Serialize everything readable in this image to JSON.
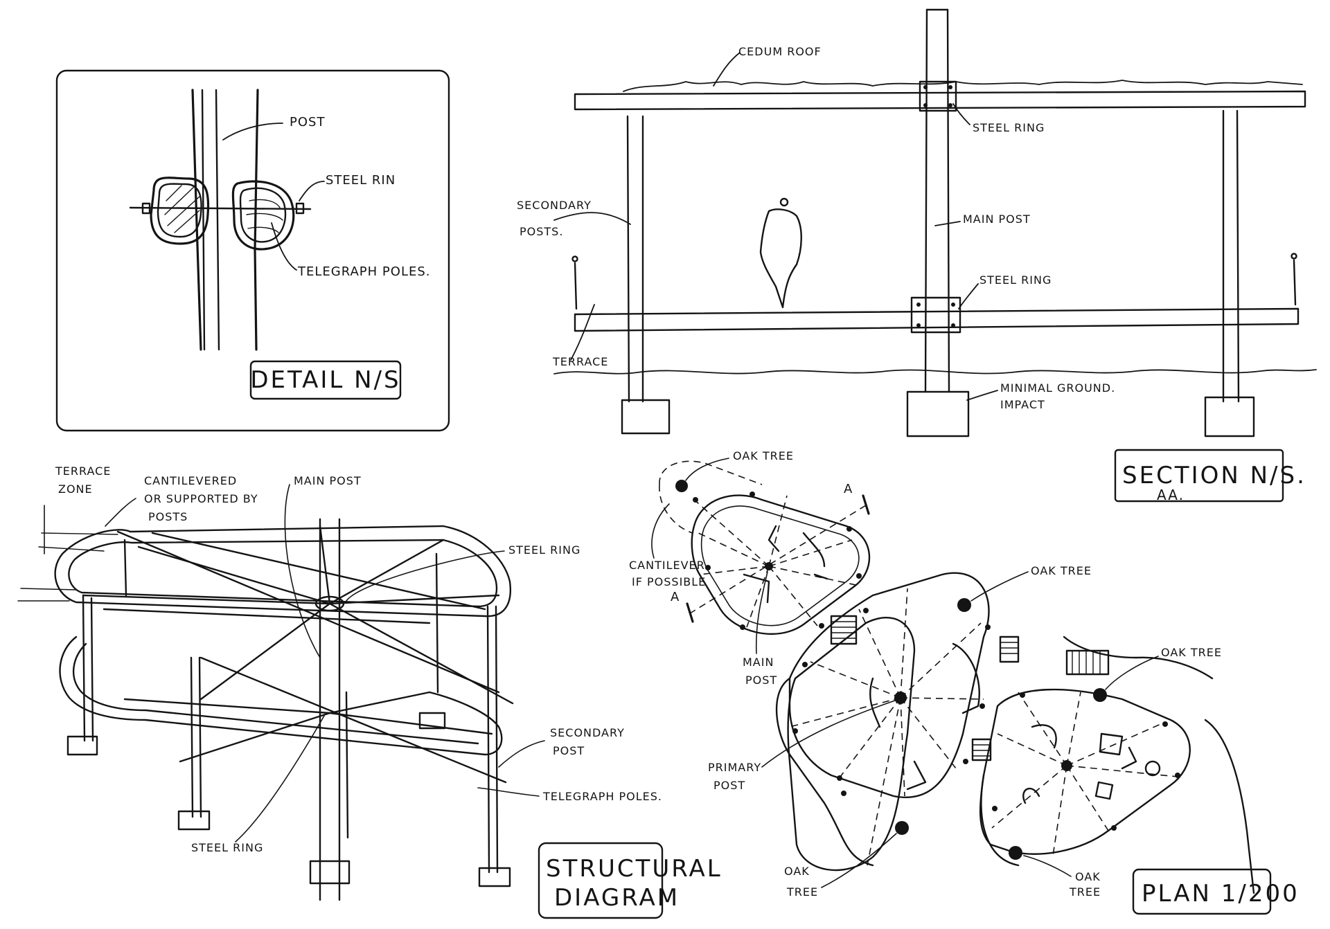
{
  "detail": {
    "title": "DETAIL N/S",
    "labels": {
      "post": "POST",
      "steel_ring": "STEEL RIN",
      "telegraph_poles": "TELEGRAPH POLES."
    }
  },
  "section": {
    "title": "SECTION N/S.",
    "title_sub": "AA.",
    "labels": {
      "cedum_roof": "CEDUM ROOF",
      "steel_ring_top": "STEEL RING",
      "secondary_posts_1": "SECONDARY",
      "secondary_posts_2": "POSTS.",
      "main_post": "MAIN POST",
      "steel_ring_mid": "STEEL RING",
      "terrace": "TERRACE",
      "minimal_ground_1": "MINIMAL GROUND.",
      "minimal_ground_2": "IMPACT"
    }
  },
  "structural": {
    "title_1": "STRUCTURAL",
    "title_2": "DIAGRAM",
    "labels": {
      "terrace_zone_1": "TERRACE",
      "terrace_zone_2": "ZONE",
      "cantilevered_1": "CANTILEVERED",
      "cantilevered_2": "OR SUPPORTED BY",
      "cantilevered_3": "POSTS",
      "main_post": "MAIN POST",
      "steel_ring_top": "STEEL RING",
      "secondary_post_1": "SECONDARY",
      "secondary_post_2": "POST",
      "telegraph_poles": "TELEGRAPH POLES.",
      "steel_ring_bottom": "STEEL RING"
    }
  },
  "plan": {
    "title": "PLAN 1/200",
    "labels": {
      "oak_tree_top": "OAK TREE",
      "section_marker_top": "A",
      "section_marker_bottom": "A",
      "cantilever_1": "CANTILEVER",
      "cantilever_2": "IF POSSIBLE",
      "main_post_1": "MAIN",
      "main_post_2": "POST",
      "oak_tree_right": "OAK TREE",
      "oak_tree_far_right": "OAK TREE",
      "primary_post_1": "PRIMARY",
      "primary_post_2": "POST",
      "oak_tree_bottom_left_1": "OAK",
      "oak_tree_bottom_left_2": "TREE",
      "oak_tree_bottom_right_1": "OAK",
      "oak_tree_bottom_right_2": "TREE"
    }
  }
}
